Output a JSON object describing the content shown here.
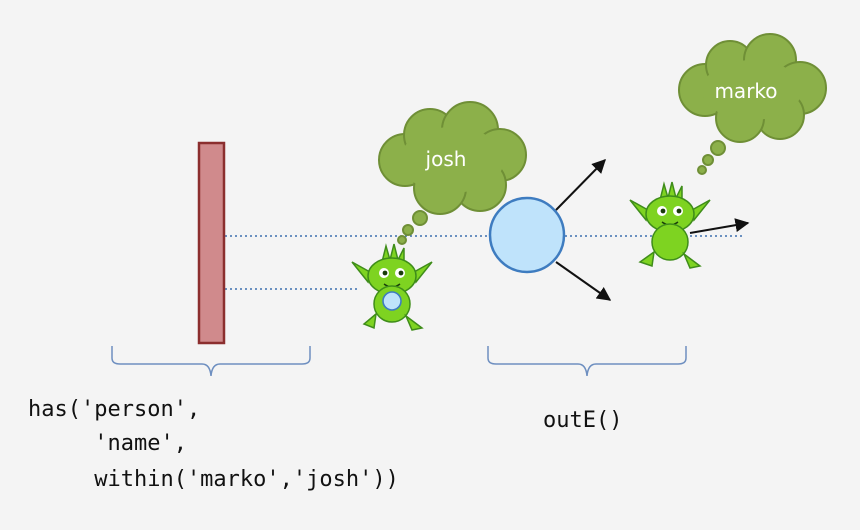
{
  "colors": {
    "background": "#f4f4f4",
    "index_bar_fill": "#d08a8c",
    "index_bar_stroke": "#8b2e2e",
    "dotted_line": "#3d6fae",
    "vertex_fill": "#bfe3fb",
    "vertex_stroke": "#3e7cc0",
    "cloud_fill": "#8cb04a",
    "cloud_stroke": "#6f8f36",
    "brace": "#6e8fc0",
    "gremlin_body": "#7ed321",
    "gremlin_dark": "#3f8d1a",
    "arrow": "#111111"
  },
  "thought_bubbles": {
    "left": {
      "label": "josh"
    },
    "right": {
      "label": "marko"
    }
  },
  "code": {
    "left": {
      "lines": [
        "has('person',",
        "     'name',",
        "     within('marko','josh'))"
      ]
    },
    "right": {
      "lines": [
        "outE()"
      ]
    }
  },
  "icons": [
    "gremlin-icon",
    "index-bar-icon",
    "vertex-icon",
    "thought-bubble-icon",
    "brace-icon",
    "arrow-icon"
  ]
}
